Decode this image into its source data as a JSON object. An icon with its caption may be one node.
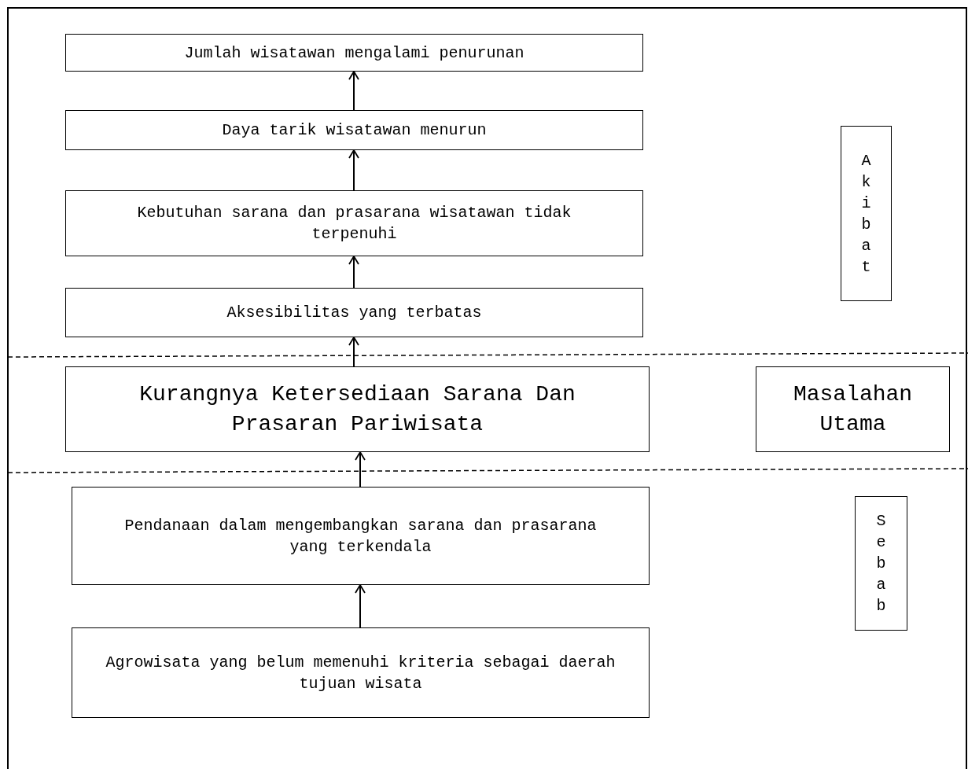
{
  "diagram": {
    "nodes": [
      {
        "text": [
          "Jumlah wisatawan mengalami penurunan"
        ]
      },
      {
        "text": [
          "Daya tarik wisatawan menurun"
        ]
      },
      {
        "text": [
          "Kebutuhan sarana dan prasarana wisatawan tidak terpenuhi"
        ]
      },
      {
        "text": [
          "Aksesibilitas yang terbatas"
        ]
      },
      {
        "text": [
          "Kurangnya Ketersediaan Sarana Dan Prasaran Pariwisata"
        ]
      },
      {
        "text": [
          "Pendanaan dalam mengembangkan sarana dan prasarana yang terkendala"
        ]
      },
      {
        "text": [
          "Agrowisata yang belum memenuhi kriteria sebagai daerah tujuan wisata"
        ]
      },
      {
        "text": [
          "Akibat"
        ]
      },
      {
        "text": [
          "Masalahan Utama"
        ]
      },
      {
        "text": [
          "Sebab"
        ]
      }
    ],
    "edges": [
      {
        "from": 1,
        "to": 0,
        "arrow": "to"
      },
      {
        "from": 2,
        "to": 1,
        "arrow": "to"
      },
      {
        "from": 3,
        "to": 2,
        "arrow": "to"
      },
      {
        "from": 4,
        "to": 3,
        "arrow": "to"
      },
      {
        "from": 5,
        "to": 4,
        "arrow": "to"
      },
      {
        "from": 6,
        "to": 5,
        "arrow": "to"
      }
    ]
  }
}
